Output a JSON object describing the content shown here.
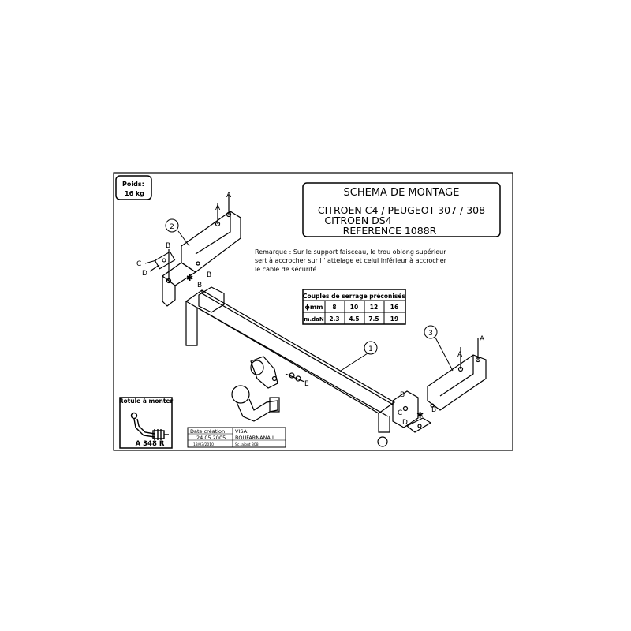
{
  "weight_box": {
    "label": "Poids:",
    "value": "16 kg"
  },
  "title_box": {
    "heading": "SCHEMA DE MONTAGE",
    "line1": "CITROEN C4 / PEUGEOT 307 / 308",
    "line2": "CITROEN DS4",
    "line3": "REFERENCE 1088R"
  },
  "remark": {
    "line1": "Remarque : Sur le support faisceau, le trou oblong supérieur",
    "line2": "sert à accrocher sur l ' attelage et celui inférieur à accrocher",
    "line3": "le cable de sécurité."
  },
  "torque_table": {
    "title": "Couples de serrage préconisés",
    "row1_label": "ϕmm",
    "row1": [
      "8",
      "10",
      "12",
      "16"
    ],
    "row2_label": "m.daN",
    "row2": [
      "2.3",
      "4.5",
      "7.5",
      "19"
    ]
  },
  "callouts": {
    "one": "1",
    "two": "2",
    "three": "3"
  },
  "letters": {
    "a": "A",
    "b": "B",
    "c": "C",
    "d": "D",
    "e": "E"
  },
  "ball_box": {
    "title": "Rotule à monter",
    "ref": "A 348 R"
  },
  "info_box": {
    "date_label": "Date création",
    "date_value": "24.05.2005",
    "visa_label": "VISA:",
    "visa_value": "BOUFARNANA L.",
    "mod_date": "13/03/2010",
    "mod_note": "Sc. ajout 308"
  },
  "colors": {
    "ink": "#000000",
    "paper": "#ffffff"
  }
}
